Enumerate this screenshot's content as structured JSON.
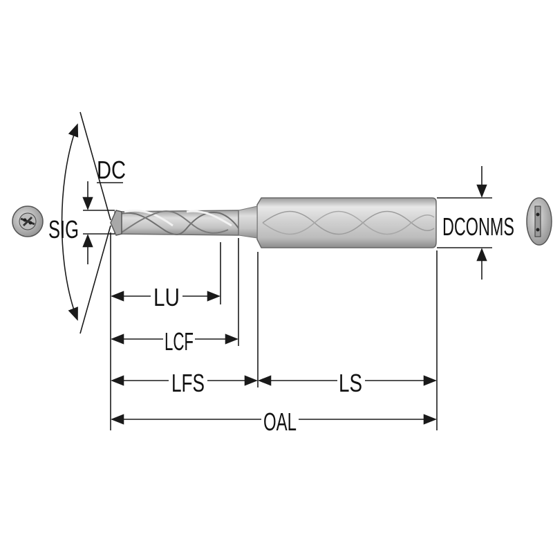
{
  "labels": {
    "dc": "DC",
    "sig": "SIG",
    "lu": "LU",
    "lcf": "LCF",
    "lfs": "LFS",
    "ls": "LS",
    "oal": "OAL",
    "dconms": "DCONMS"
  },
  "colors": {
    "line": "#1a1a1a",
    "tool_light": "#e6e6e6",
    "tool_mid": "#bdbdbd",
    "tool_dark": "#8a8a8a",
    "background": "#ffffff"
  }
}
